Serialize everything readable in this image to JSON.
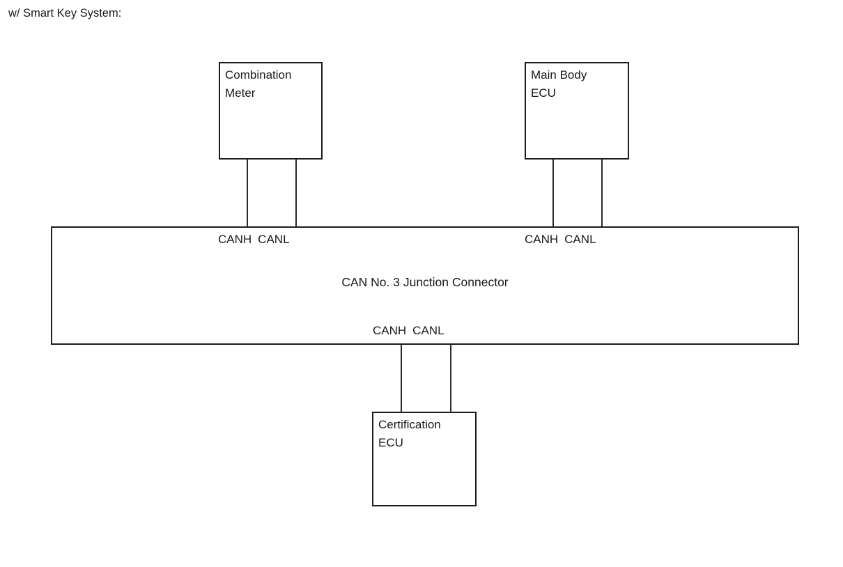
{
  "heading": {
    "title": "w/ Smart Key System:"
  },
  "diagram": {
    "type": "can-bus-network",
    "nodes": [
      {
        "id": "combination-meter",
        "label": "Combination\nMeter",
        "position": "top-left"
      },
      {
        "id": "main-body-ecu",
        "label": "Main Body\nECU",
        "position": "top-right"
      },
      {
        "id": "certification-ecu",
        "label": "Certification\nECU",
        "position": "bottom-center"
      }
    ],
    "connector": {
      "id": "can-no-3-junction-connector",
      "title": "CAN No. 3 Junction Connector"
    },
    "signals": {
      "canh": "CANH",
      "canl": "CANL"
    },
    "links": [
      {
        "from": "combination-meter",
        "to": "can-no-3-junction-connector",
        "lines": [
          "CANH",
          "CANL"
        ]
      },
      {
        "from": "main-body-ecu",
        "to": "can-no-3-junction-connector",
        "lines": [
          "CANH",
          "CANL"
        ]
      },
      {
        "from": "can-no-3-junction-connector",
        "to": "certification-ecu",
        "lines": [
          "CANH",
          "CANL"
        ]
      }
    ]
  },
  "colors": {
    "background": "#ffffff",
    "stroke": "#1c1c1c",
    "text": "#1a1a1a"
  }
}
